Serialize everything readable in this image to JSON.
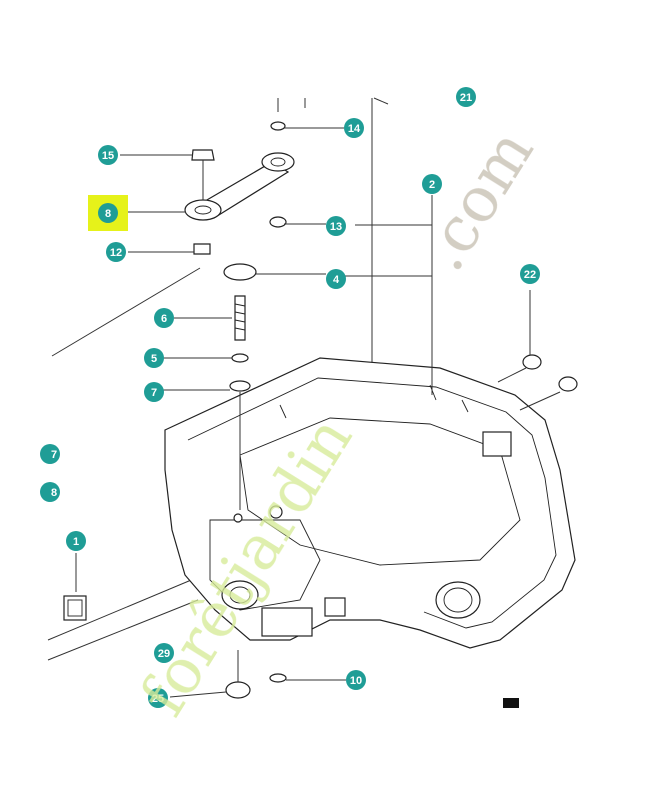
{
  "diagram": {
    "callouts": {
      "c15": "15",
      "c8": "8",
      "c12": "12",
      "c14": "14",
      "c21": "21",
      "c2": "2",
      "c13": "13",
      "c4": "4",
      "c22": "22",
      "c6": "6",
      "c5": "5",
      "c7": "7",
      "c17": "7",
      "c18": "8",
      "c1": "1",
      "c29": "29",
      "c25": "25",
      "c10": "10"
    },
    "highlight_color": "#e6f21a",
    "callout_color": "#1f9d96",
    "watermark": {
      "brand": "forêtjardin",
      "suffix": ".com",
      "brand_color": "#d7ec9a",
      "suffix_color": "#c9c2b4"
    }
  }
}
